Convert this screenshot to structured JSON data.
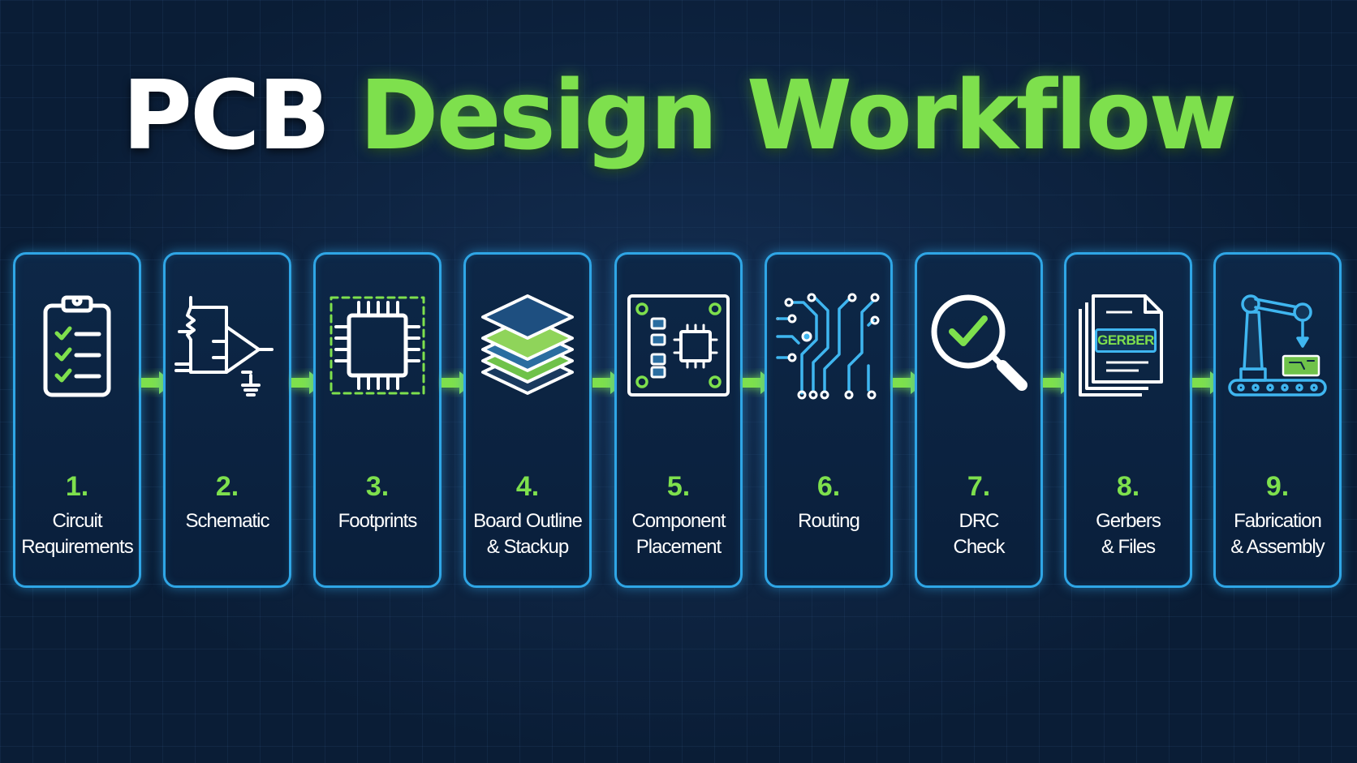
{
  "title": {
    "part1": "PCB",
    "part2": "Design Workflow"
  },
  "steps": [
    {
      "number": "1.",
      "line1": "Circuit",
      "line2": "Requirements",
      "icon": "clipboard-checklist-icon"
    },
    {
      "number": "2.",
      "line1": "Schematic",
      "line2": "",
      "icon": "schematic-icon"
    },
    {
      "number": "3.",
      "line1": "Footprints",
      "line2": "",
      "icon": "chip-footprint-icon"
    },
    {
      "number": "4.",
      "line1": "Board Outline",
      "line2": "& Stackup",
      "icon": "layer-stack-icon"
    },
    {
      "number": "5.",
      "line1": "Component",
      "line2": "Placement",
      "icon": "board-placement-icon"
    },
    {
      "number": "6.",
      "line1": "Routing",
      "line2": "",
      "icon": "routing-traces-icon"
    },
    {
      "number": "7.",
      "line1": "DRC",
      "line2": "Check",
      "icon": "magnifier-check-icon"
    },
    {
      "number": "8.",
      "line1": "Gerbers",
      "line2": "& Files",
      "icon": "gerber-files-icon",
      "icon_text": "GERBER"
    },
    {
      "number": "9.",
      "line1": "Fabrication",
      "line2": "& Assembly",
      "icon": "robot-arm-conveyor-icon"
    }
  ],
  "colors": {
    "background": "#0a1d36",
    "accent_green": "#7ee04d",
    "card_border": "#2fa6e6",
    "title_white": "#ffffff"
  }
}
